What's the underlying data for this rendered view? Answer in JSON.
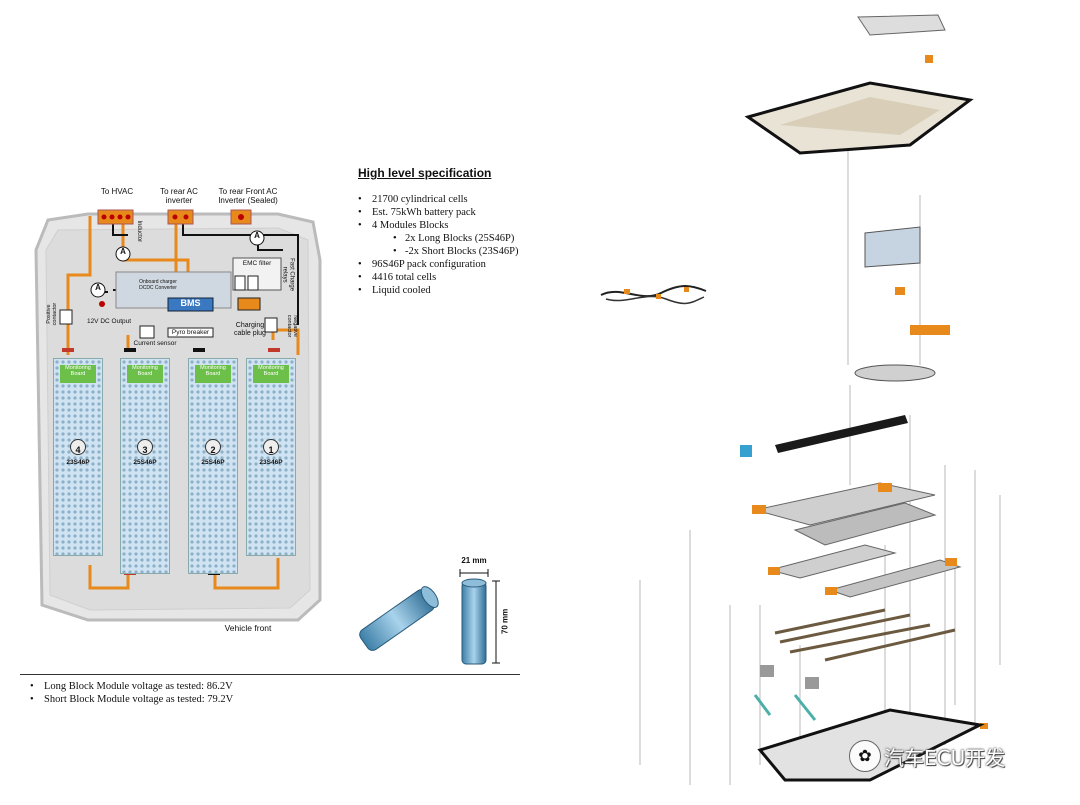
{
  "diagram": {
    "top_labels": {
      "hvac": "To HVAC",
      "rear_ac": "To rear AC\ninverter",
      "front_ac": "To rear Front AC\nInverter (Sealed)"
    },
    "components": {
      "inductor": "Inductor",
      "emc_filter": "EMC filter",
      "fast_charge": "Fast Charge\nrelays",
      "obc": "Onboard charger\nDCDC Converter",
      "bms": "BMS",
      "positive_contactor": "Positive\ncontactor",
      "negative_contactor": "Negative\ncontactor",
      "dc_output": "12V DC Output",
      "pyro": "Pyro breaker",
      "current_sensor": "Current sensor",
      "charging_plug": "Charging\ncable plug",
      "vehicle_front": "Vehicle front",
      "ammeter": "A"
    },
    "modules": [
      {
        "number": "4",
        "config": "23S46P",
        "board": "Monitoring\nBoard"
      },
      {
        "number": "3",
        "config": "25S46P",
        "board": "Monitoring\nBoard"
      },
      {
        "number": "2",
        "config": "25S46P",
        "board": "Monitoring\nBoard"
      },
      {
        "number": "1",
        "config": "23S46P",
        "board": "Monitoring\nBoard"
      }
    ]
  },
  "spec": {
    "title": "High level specification",
    "items": [
      "21700 cylindrical cells",
      "Est. 75kWh battery pack",
      "4 Modules Blocks"
    ],
    "sub_items": [
      "2x Long Blocks (25S46P)",
      "-2x Short Blocks (23S46P)"
    ],
    "items2": [
      "96S46P pack configuration",
      "4416 total cells",
      "Liquid cooled"
    ]
  },
  "cell": {
    "width_label": "21 mm",
    "height_label": "70 mm"
  },
  "notes": [
    "Long Block Module voltage as tested: 86.2V",
    "Short Block Module voltage as tested: 79.2V"
  ],
  "watermark": "汽车ECU开发",
  "colors": {
    "orange_bus": "#e8891c",
    "module_fill": "#cfe3f2",
    "board_green": "#6cc04a",
    "bms_blue": "#3a78c2"
  }
}
